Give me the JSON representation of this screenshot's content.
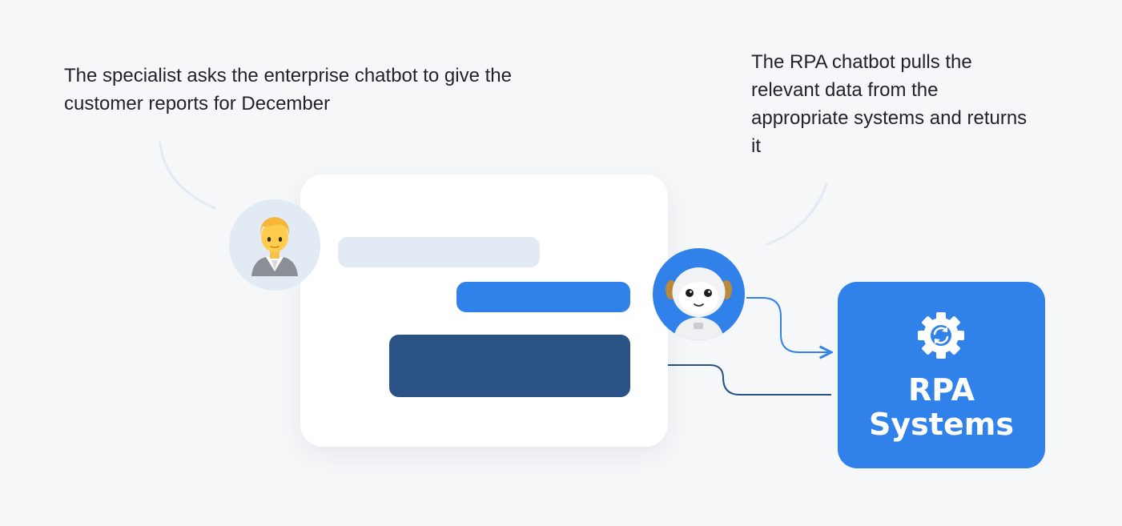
{
  "captions": {
    "specialist": "The specialist asks the enterprise chatbot to give the customer reports for December",
    "rpa_chatbot": "The RPA chatbot pulls the relevant data from the appropriate systems and returns it"
  },
  "rpa_box": {
    "line1": "RPA",
    "line2": "Systems"
  },
  "icons": {
    "specialist_avatar": "person-office-worker-icon",
    "chatbot_avatar": "robot-icon",
    "rpa": "gear-sync-icon"
  },
  "colors": {
    "background": "#f6f7f9",
    "accent_blue": "#3081ea",
    "dark_blue": "#2a5285",
    "light_blue": "#e2eaf4"
  }
}
